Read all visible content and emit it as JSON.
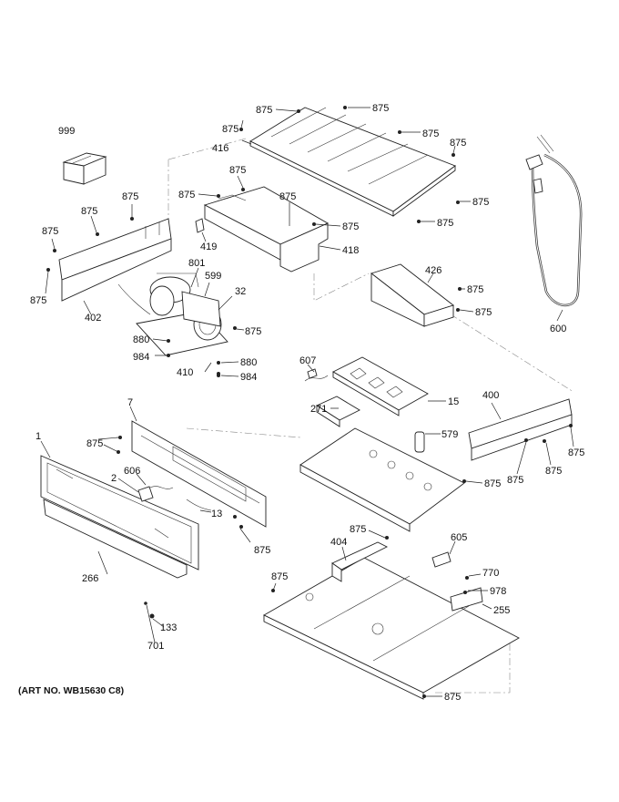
{
  "art_number": "(ART NO. WB15630 C8)",
  "callouts": {
    "c999": "999",
    "c875": "875",
    "c416": "416",
    "c419": "419",
    "c418": "418",
    "c402": "402",
    "c801": "801",
    "c599": "599",
    "c32": "32",
    "c880": "880",
    "c984": "984",
    "c410": "410",
    "c426": "426",
    "c600": "600",
    "c607": "607",
    "c271": "271",
    "c15": "15",
    "c579": "579",
    "c400": "400",
    "c7": "7",
    "c1": "1",
    "c606": "606",
    "c2": "2",
    "c13": "13",
    "c266": "266",
    "c133": "133",
    "c701": "701",
    "c404": "404",
    "c605": "605",
    "c770": "770",
    "c978": "978",
    "c255": "255"
  }
}
